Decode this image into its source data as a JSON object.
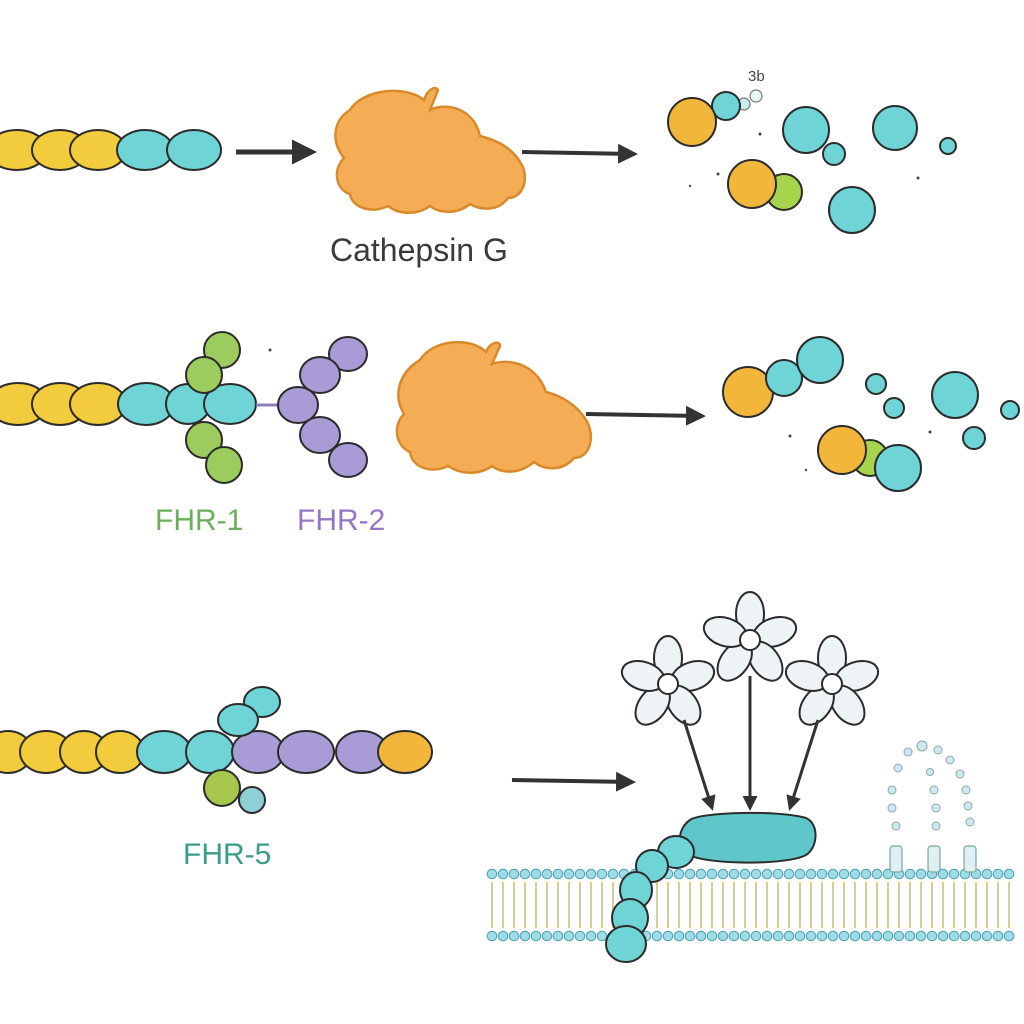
{
  "labels": {
    "cathepsin": "Cathepsin G",
    "fhr1": "FHR-1",
    "fhr2": "FHR-2",
    "fhr5": "FHR-5",
    "fragment": "3b"
  },
  "colors": {
    "yellow": "#f2cc3c",
    "teal": "#6fd4d6",
    "green": "#9ccb5e",
    "purple": "#a99bd6",
    "orange": "#f3ac4c",
    "cathepsin": "#f5ad55",
    "outline": "#2b2b2b",
    "arrow": "#333333",
    "fhr1_text": "#6ab05a",
    "fhr2_text": "#9377c4",
    "fhr5_text": "#3a9c8a"
  },
  "icons": [
    "cathepsin-g-enzyme-icon",
    "flower-ligand-icon",
    "lipid-bilayer-membrane-icon"
  ]
}
